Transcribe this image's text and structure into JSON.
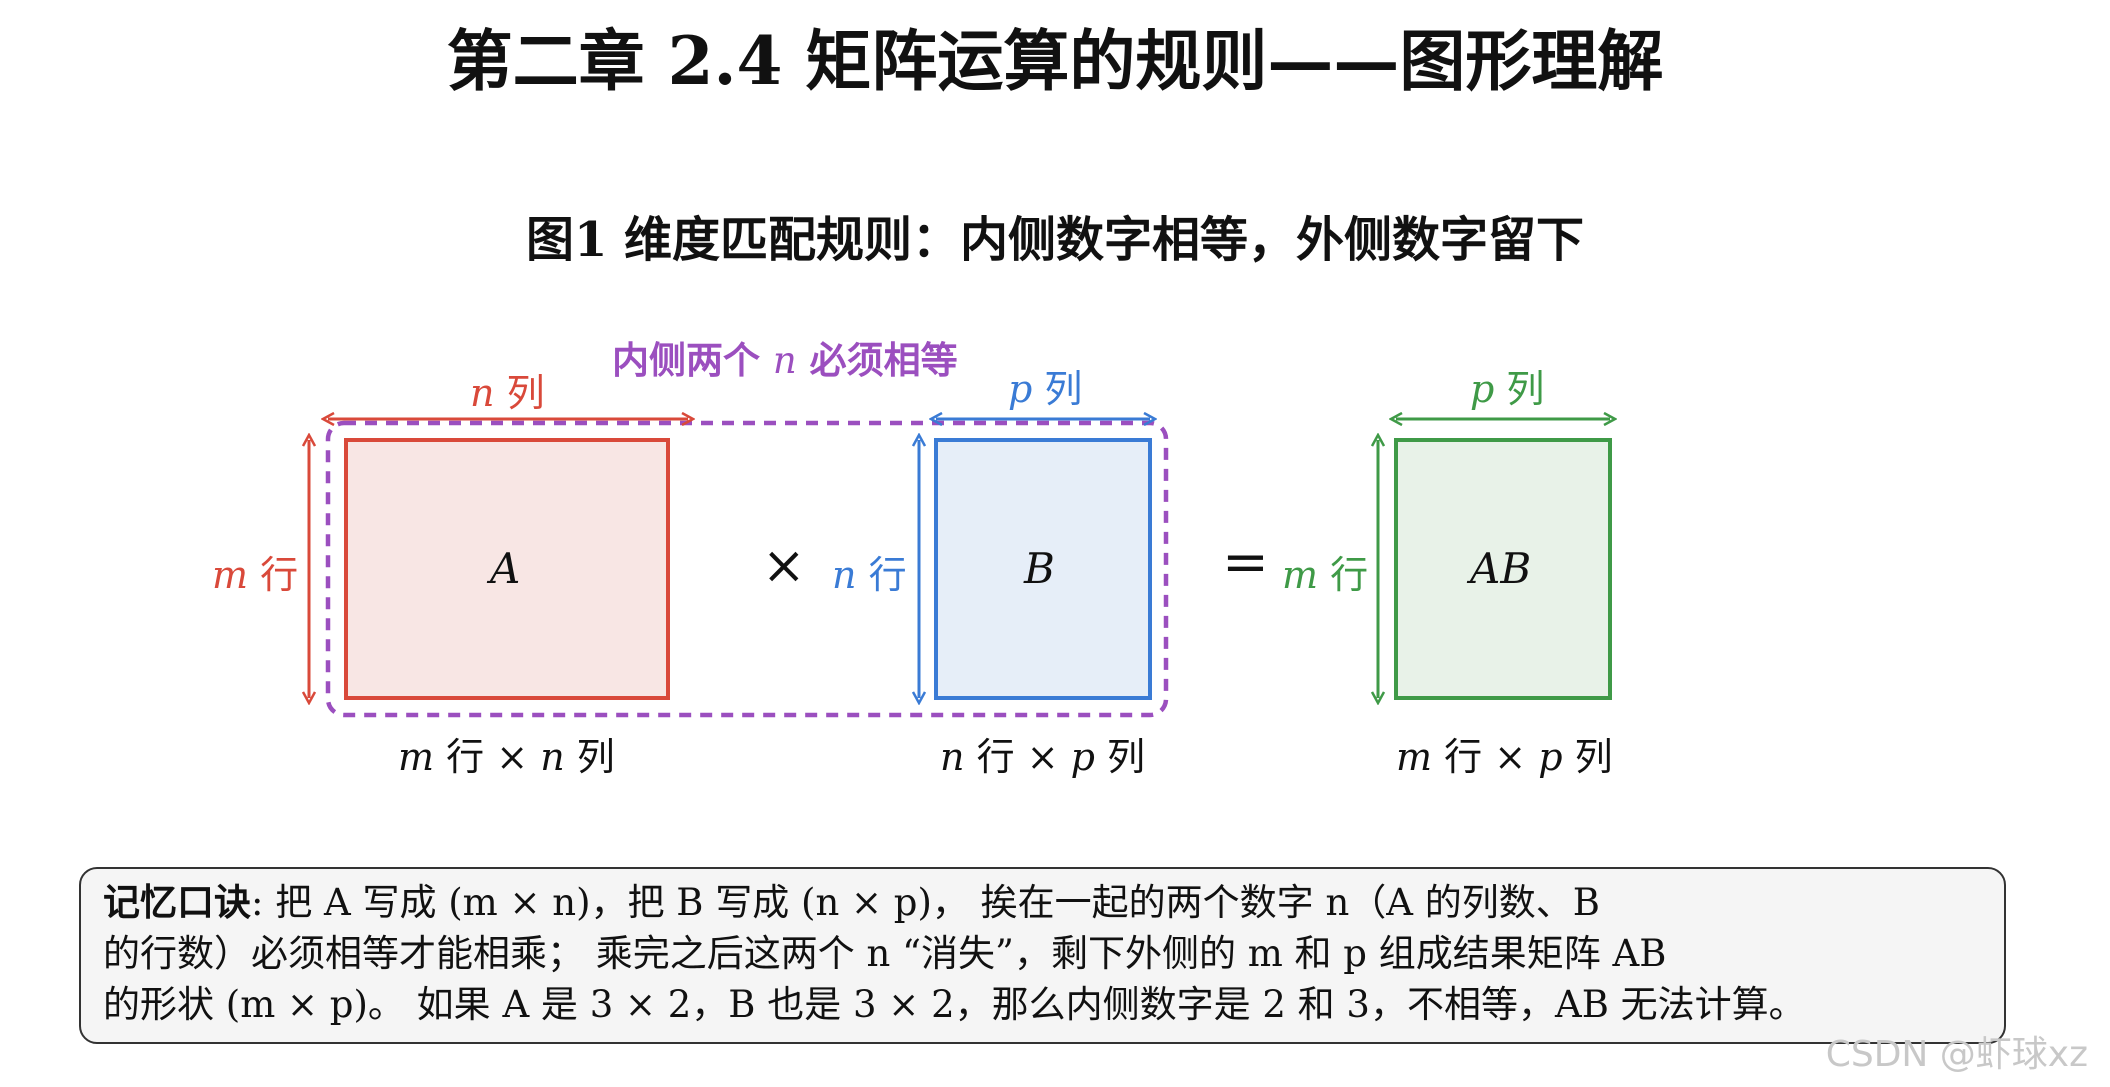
{
  "header": {
    "title": "第二章 2.4 矩阵运算的规则——图形理解"
  },
  "figure": {
    "subtitle": "图1 维度匹配规则：内侧数字相等，外侧数字留下",
    "inner_note": {
      "prefix": "内侧两个 ",
      "var": "n",
      "suffix": " 必须相等"
    },
    "colors": {
      "A": "#d9493a",
      "B": "#3a7bd5",
      "AB": "#3f9a47",
      "inner": "#9b4fbf"
    },
    "matrix_A": {
      "name": "A",
      "width_label": {
        "var": "n",
        "unit": "列"
      },
      "height_label": {
        "var": "m",
        "unit": "行"
      },
      "caption": {
        "r": "m",
        "rowword": "行",
        "times": "×",
        "c": "n",
        "colword": "列"
      }
    },
    "times_symbol": "×",
    "matrix_B": {
      "name": "B",
      "width_label": {
        "var": "p",
        "unit": "列"
      },
      "height_label": {
        "var": "n",
        "unit": "行"
      },
      "caption": {
        "r": "n",
        "rowword": "行",
        "times": "×",
        "c": "p",
        "colword": "列"
      }
    },
    "equals_symbol": "=",
    "matrix_AB": {
      "name": "AB",
      "width_label": {
        "var": "p",
        "unit": "列"
      },
      "height_label": {
        "var": "m",
        "unit": "行"
      },
      "caption": {
        "r": "m",
        "rowword": "行",
        "times": "×",
        "c": "p",
        "colword": "列"
      }
    }
  },
  "note": {
    "heading": "记忆口诀",
    "line1": ": 把 A 写成 (m × n)，把 B 写成 (n × p)， 挨在一起的两个数字 n（A 的列数、B",
    "line2": "的行数）必须相等才能相乘； 乘完之后这两个 n “消失”，剩下外侧的 m 和 p 组成结果矩阵 AB",
    "line3": "的形状 (m × p)。 如果 A 是 3 × 2，B 也是 3 × 2，那么内侧数字是 2 和 3，不相等，AB 无法计算。"
  },
  "watermark": "CSDN @虾球xz"
}
